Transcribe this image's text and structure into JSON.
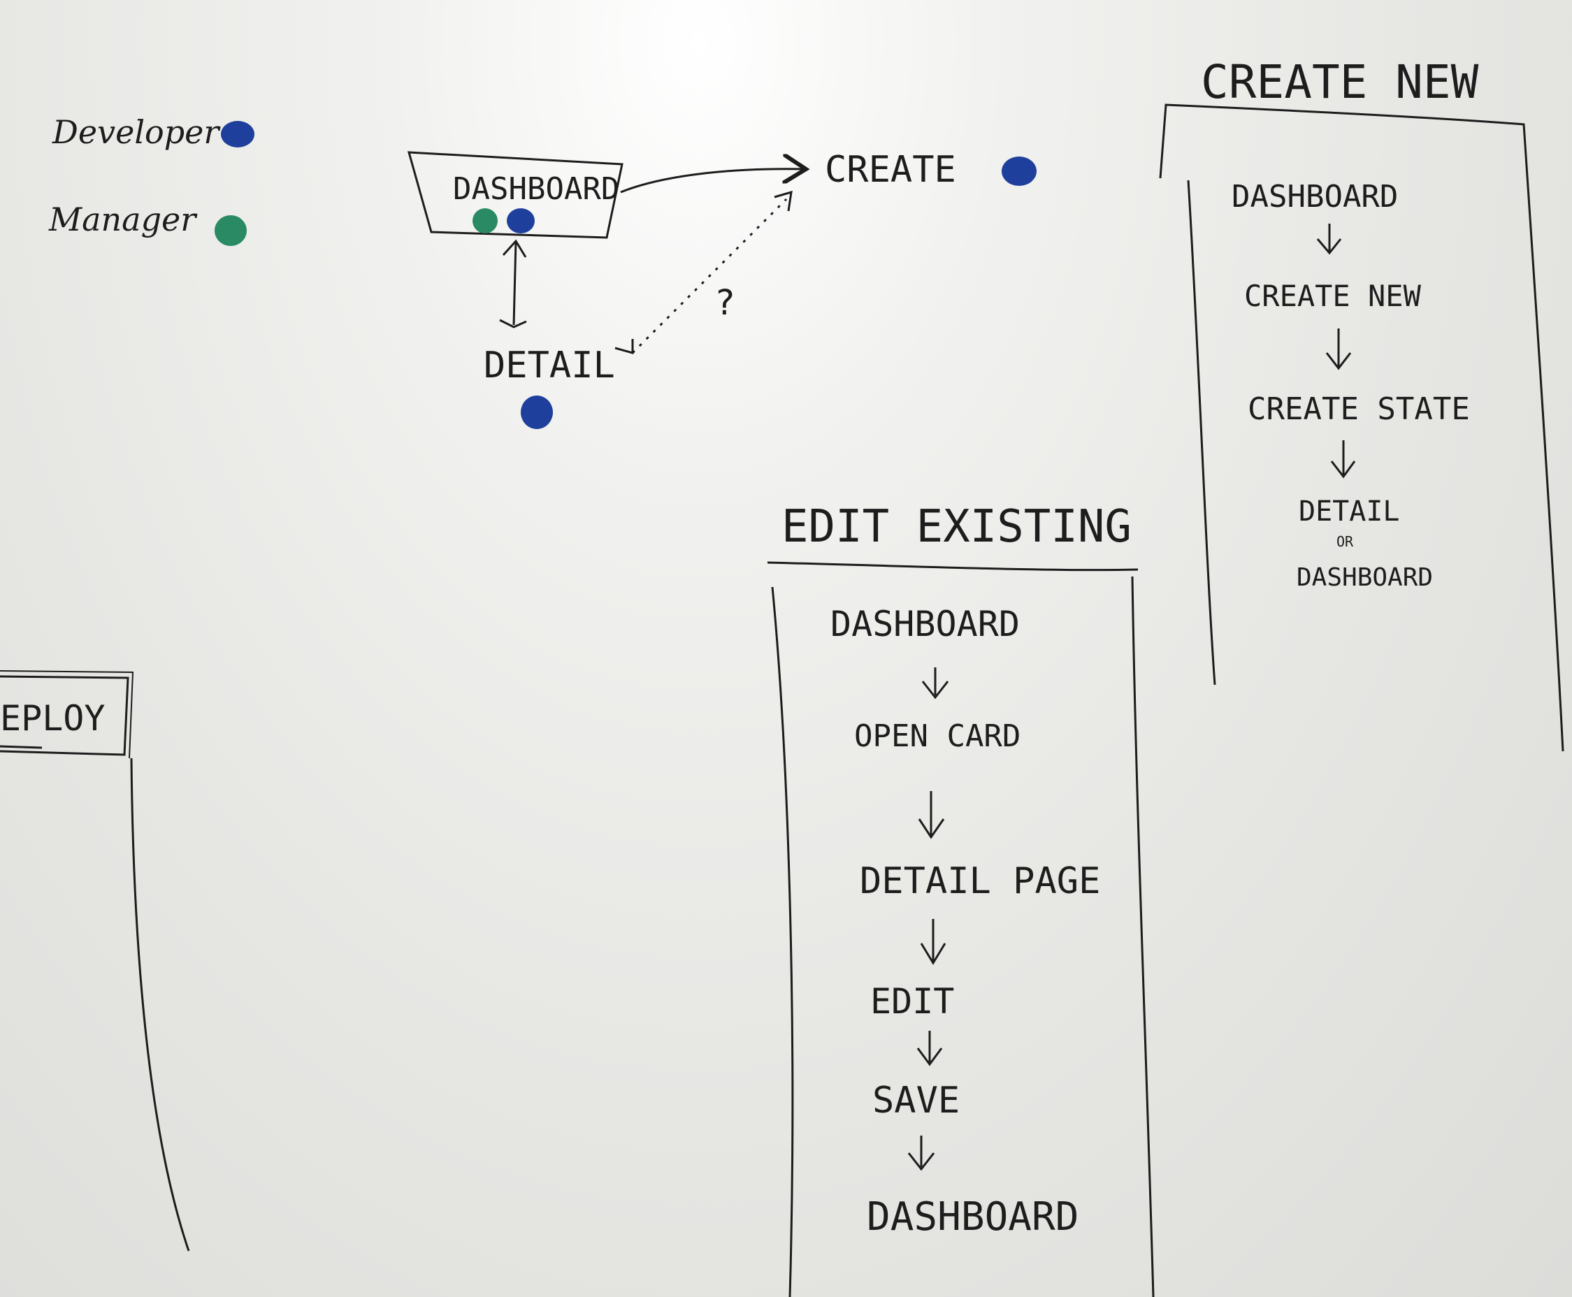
{
  "legend": {
    "developer": {
      "label": "Developer",
      "color": "#1f3f9c"
    },
    "manager": {
      "label": "Manager",
      "color": "#2a8a63"
    }
  },
  "top_diagram": {
    "dashboard": "DASHBOARD",
    "create": "CREATE",
    "detail": "DETAIL",
    "question": "?"
  },
  "create_new": {
    "title": "CREATE NEW",
    "steps": [
      "DASHBOARD",
      "CREATE NEW",
      "CREATE STATE",
      "DETAIL",
      "OR",
      "DASHBOARD"
    ]
  },
  "edit_existing": {
    "title": "EDIT EXISTING",
    "steps": [
      "DASHBOARD",
      "OPEN CARD",
      "DETAIL PAGE",
      "EDIT",
      "SAVE",
      "DASHBOARD"
    ]
  },
  "deploy": {
    "label": "EPLOY"
  }
}
